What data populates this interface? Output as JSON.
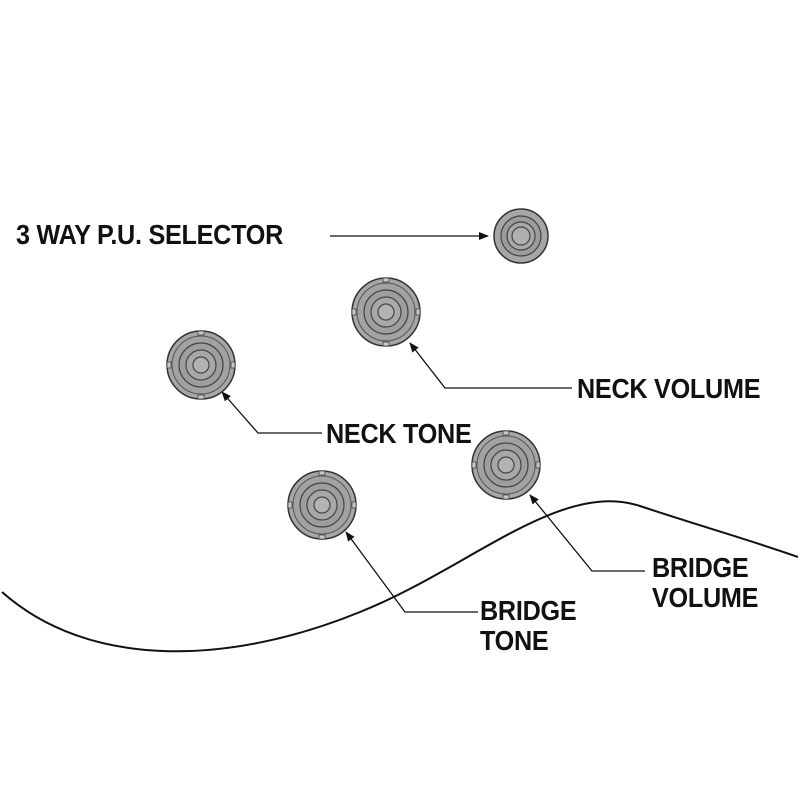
{
  "diagram": {
    "labels": {
      "selector": "3 WAY P.U. SELECTOR",
      "neck_volume": "NECK VOLUME",
      "neck_tone": "NECK TONE",
      "bridge_volume": [
        "BRIDGE",
        "VOLUME"
      ],
      "bridge_tone": [
        "BRIDGE",
        "TONE"
      ]
    },
    "controls": [
      {
        "id": "selector",
        "type": "switch",
        "icon": "toggle-switch-icon"
      },
      {
        "id": "neck_volume",
        "type": "knob",
        "icon": "knob-icon"
      },
      {
        "id": "neck_tone",
        "type": "knob",
        "icon": "knob-icon"
      },
      {
        "id": "bridge_volume",
        "type": "knob",
        "icon": "knob-icon"
      },
      {
        "id": "bridge_tone",
        "type": "knob",
        "icon": "knob-icon"
      }
    ],
    "colors": {
      "ink": "#111111",
      "knob_fill": "#a6a6a6",
      "knob_ring": "#8e8e8e",
      "body_outline": "#111111"
    }
  }
}
